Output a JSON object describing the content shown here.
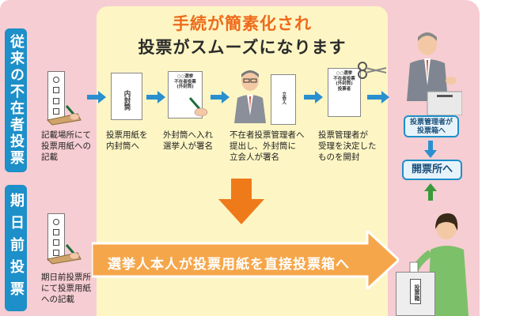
{
  "left_labels": {
    "top": "従来の不在者投票",
    "bottom": "期日前投票"
  },
  "heading": {
    "line1": "手続が簡素化され",
    "line2": "投票がスムーズになります"
  },
  "envelopes": {
    "inner": "内封筒",
    "outer": "○○選挙\n不在者投票\n(外封筒)",
    "witness": "立会人",
    "final": "○○選挙\n不在者投票\n(外封筒)\n投票者"
  },
  "steps": [
    {
      "caption": "記載場所にて\n投票用紙への\n記載"
    },
    {
      "caption": "投票用紙を\n内封筒へ"
    },
    {
      "caption": "外封筒へ入れ\n選挙人が署名"
    },
    {
      "caption": "不在者投票管理者へ\n提出し、外封筒に\n立会人が署名"
    },
    {
      "caption": "投票管理者が\n受理を決定した\nものを開封"
    }
  ],
  "right_column": {
    "box_note": "投票管理者が\n投票箱へ",
    "destination": "開票所へ",
    "ballot_box_label": "投票箱"
  },
  "early_voting": {
    "caption": "期日前投票所\nにて投票用紙\nへの記載",
    "banner": "選挙人本人が投票用紙を直接投票箱へ"
  },
  "colors": {
    "pink": "#f6cdd2",
    "yellow": "#fdf6c4",
    "blue": "#1d8fc9",
    "orange": "#ef6a1a",
    "green": "#3a9a3a"
  }
}
